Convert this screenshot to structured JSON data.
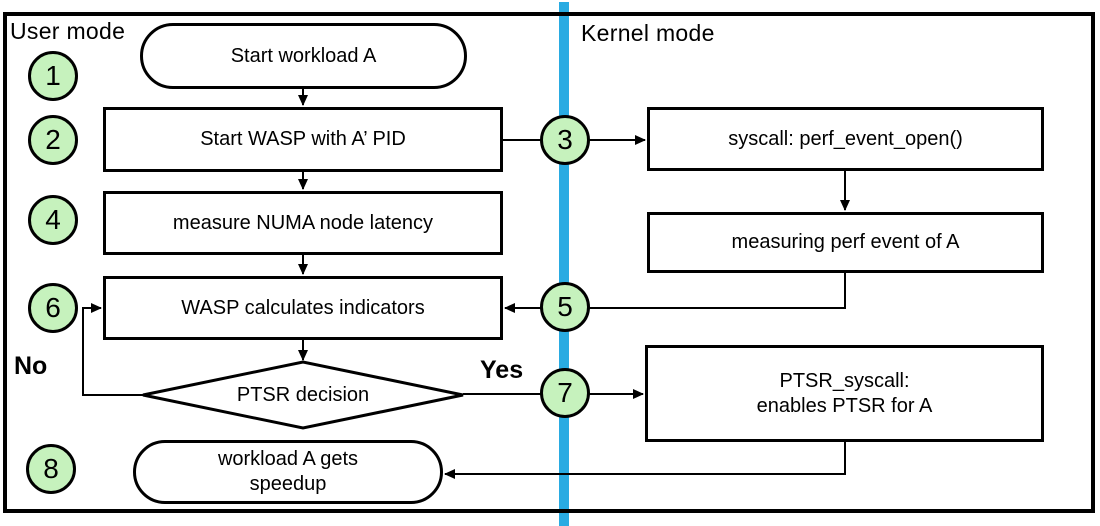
{
  "regions": {
    "user": "User mode",
    "kernel": "Kernel mode"
  },
  "badges": {
    "b1": "1",
    "b2": "2",
    "b3": "3",
    "b4": "4",
    "b5": "5",
    "b6": "6",
    "b7": "7",
    "b8": "8"
  },
  "nodes": {
    "start": "Start workload A",
    "start_wasp": "Start WASP with A’ PID",
    "measure_numa": "measure NUMA node latency",
    "calc_indicators": "WASP calculates indicators",
    "decision": "PTSR decision",
    "syscall": "syscall: perf_event_open()",
    "measuring": "measuring perf event of A",
    "ptsr": {
      "line1": "PTSR_syscall:",
      "line2": "enables PTSR for A"
    },
    "speedup": {
      "line1": "workload A gets",
      "line2": "speedup"
    }
  },
  "edges": {
    "yes": "Yes",
    "no": "No"
  },
  "colors": {
    "badge_fill": "#c6f2bd",
    "divider": "#29abe2",
    "stroke": "#000000",
    "node_fill": "#ffffff"
  }
}
